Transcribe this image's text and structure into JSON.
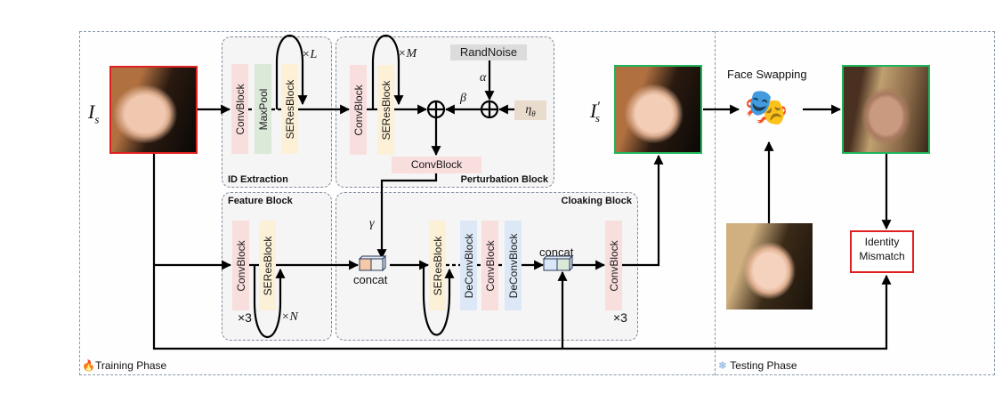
{
  "phases": {
    "training": {
      "label": "Training Phase",
      "icon": "fire-icon"
    },
    "testing": {
      "label": "Testing Phase",
      "icon": "snowflake-icon"
    }
  },
  "inputs": {
    "source_label": "I_s",
    "source_label_main": "I",
    "source_label_sub": "s",
    "output_label_main": "I",
    "output_label_prime": "′",
    "output_label_sub": "s"
  },
  "panels": {
    "id_extraction": {
      "title": "ID Extraction",
      "blocks": [
        "ConvBlock",
        "MaxPool",
        "SEResBlock"
      ],
      "repeat": "×L"
    },
    "perturbation": {
      "title": "Perturbation Block",
      "blocks": [
        "ConvBlock",
        "SEResBlock"
      ],
      "repeat": "×M",
      "randnoise": "RandNoise",
      "alpha": "α",
      "beta": "β",
      "eta": "η",
      "eta_sub": "θ",
      "out_block": "ConvBlock"
    },
    "feature": {
      "title": "Feature Block",
      "blocks": [
        "ConvBlock",
        "SEResBlock"
      ],
      "repeat_conv": "×3",
      "repeat_se": "×N"
    },
    "cloaking": {
      "title": "Cloaking Block",
      "gamma": "γ",
      "concat1": "concat",
      "blocks": [
        "SEResBlock",
        "DeConvBlock",
        "ConvBlock",
        "DeConvBlock"
      ],
      "concat2": "concat",
      "final_block": "ConvBlock",
      "repeat_final": "×3"
    }
  },
  "testing": {
    "face_swapping_label": "Face Swapping",
    "face_swapping_icon": "theater-masks-icon",
    "identity_mismatch_line1": "Identity",
    "identity_mismatch_line2": "Mismatch"
  },
  "colors": {
    "source_border": "#e02020",
    "output_border": "#1fb45a",
    "conv": "#f9dede",
    "maxpool": "#dbe9d9",
    "seres": "#fcf1d7",
    "deconv": "#dde8f7"
  }
}
